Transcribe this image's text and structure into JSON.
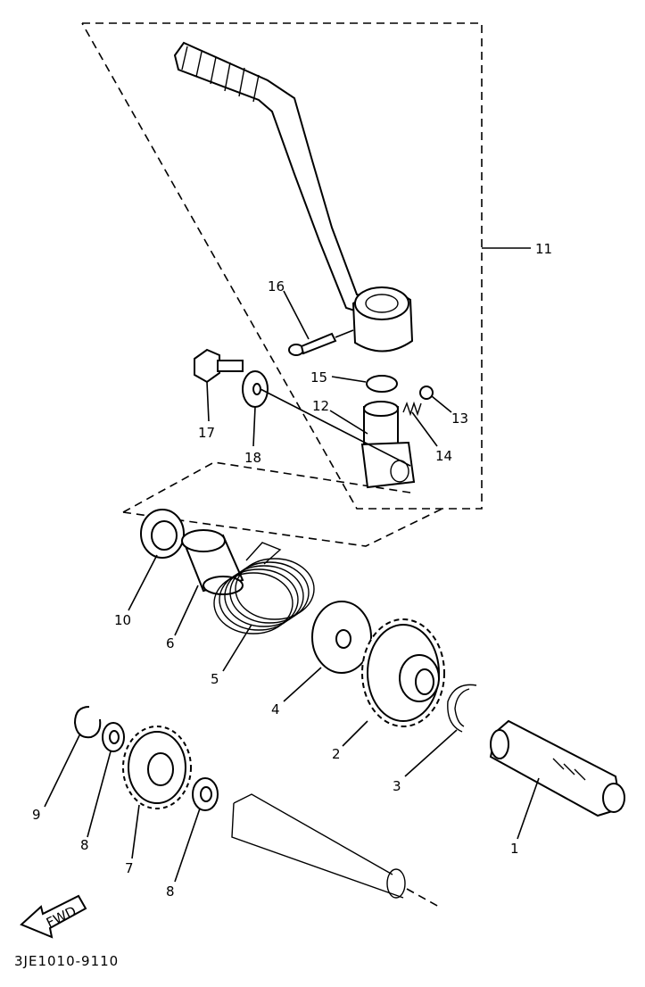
{
  "callouts": [
    {
      "id": "c1",
      "text": "1"
    },
    {
      "id": "c2",
      "text": "2"
    },
    {
      "id": "c3",
      "text": "3"
    },
    {
      "id": "c4",
      "text": "4"
    },
    {
      "id": "c5",
      "text": "5"
    },
    {
      "id": "c6",
      "text": "6"
    },
    {
      "id": "c7",
      "text": "7"
    },
    {
      "id": "c8a",
      "text": "8"
    },
    {
      "id": "c8b",
      "text": "8"
    },
    {
      "id": "c9",
      "text": "9"
    },
    {
      "id": "c10",
      "text": "10"
    },
    {
      "id": "c11",
      "text": "11"
    },
    {
      "id": "c12",
      "text": "12"
    },
    {
      "id": "c13",
      "text": "13"
    },
    {
      "id": "c14",
      "text": "14"
    },
    {
      "id": "c15",
      "text": "15"
    },
    {
      "id": "c16",
      "text": "16"
    },
    {
      "id": "c17",
      "text": "17"
    },
    {
      "id": "c18",
      "text": "18"
    }
  ],
  "fwd_label": "FWD",
  "diagram_code": "3JE1010-9110"
}
